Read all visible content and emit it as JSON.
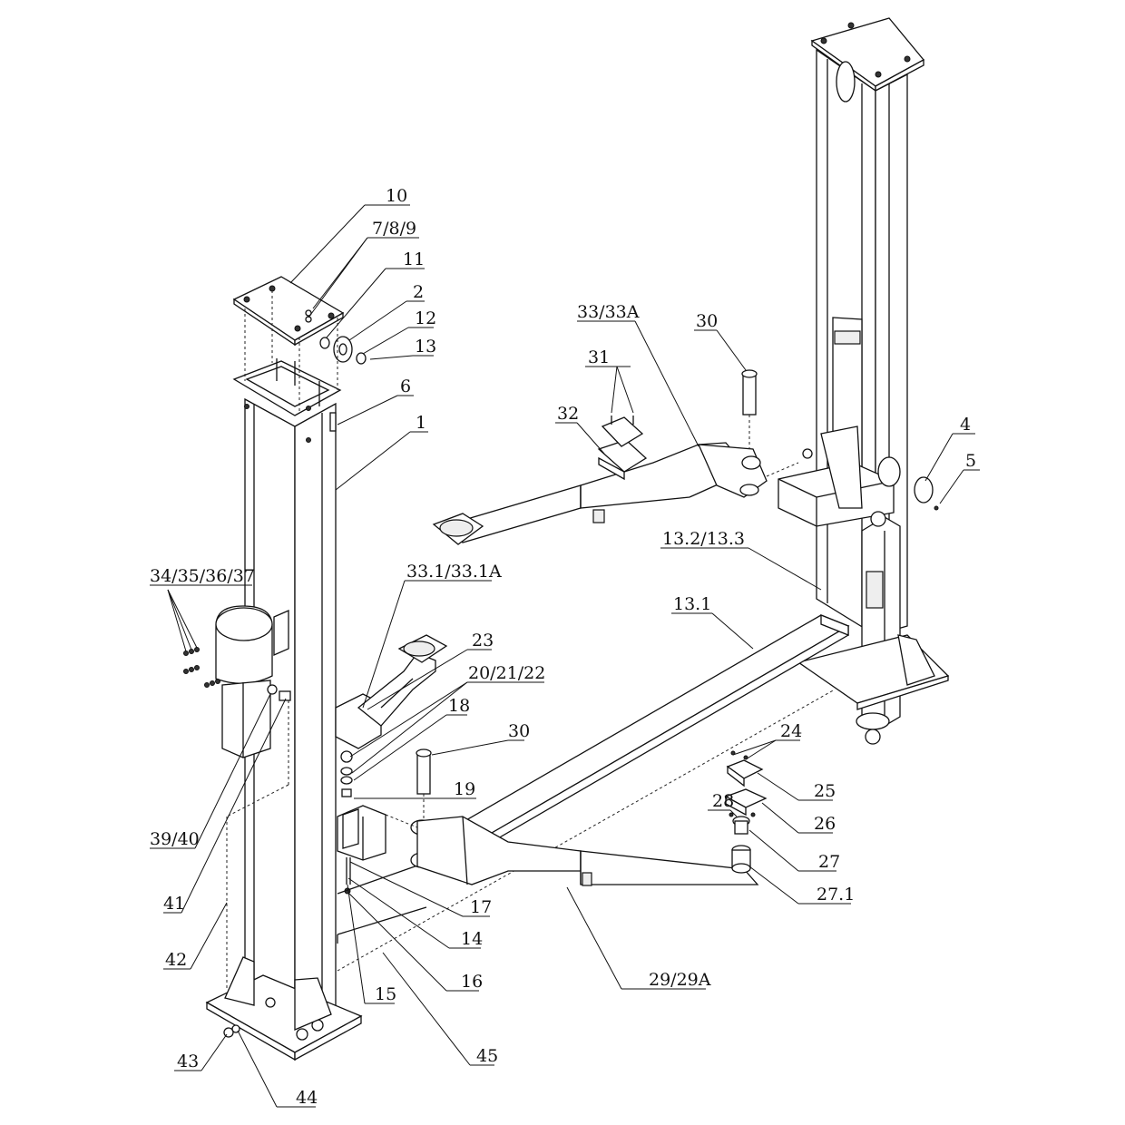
{
  "labels": {
    "l10": "10",
    "l789": "7/8/9",
    "l11": "11",
    "l2": "2",
    "l12": "12",
    "l13": "13",
    "l6": "6",
    "l1": "1",
    "l3333a": "33/33A",
    "l30top": "30",
    "l31": "31",
    "l32": "32",
    "l4": "4",
    "l5": "5",
    "l132133": "13.2/13.3",
    "l131": "13.1",
    "l34_37": "34/35/36/37",
    "l331": "33.1/33.1A",
    "l23": "23",
    "l202122": "20/21/22",
    "l18": "18",
    "l30bot": "30",
    "l19": "19",
    "l24": "24",
    "l25": "25",
    "l26": "26",
    "l28": "28",
    "l27": "27",
    "l271": "27.1",
    "l3940": "39/40",
    "l41": "41",
    "l42": "42",
    "l17": "17",
    "l14": "14",
    "l2929a": "29/29A",
    "l16": "16",
    "l15": "15",
    "l45": "45",
    "l43": "43",
    "l44": "44"
  }
}
